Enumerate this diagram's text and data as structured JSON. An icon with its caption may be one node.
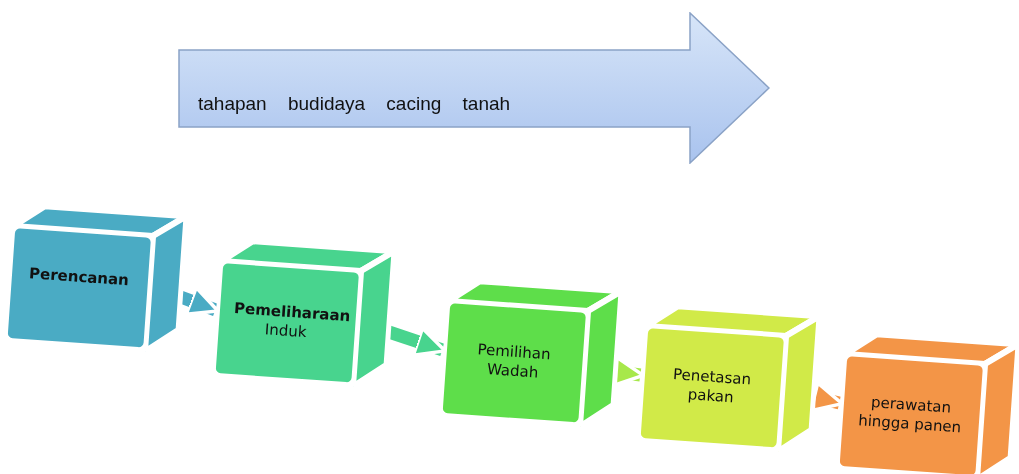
{
  "diagram": {
    "nodes": [
      {
        "text": [
          "tahapan budidaya cacing tanah"
        ]
      },
      {
        "text": [
          "Perencanan"
        ]
      },
      {
        "text": [
          "**Pemeliharaan** Induk"
        ]
      },
      {
        "text": [
          "Pemilihan Wadah"
        ]
      },
      {
        "text": [
          "Penetasan pakan"
        ]
      },
      {
        "text": [
          "perawatan hingga panen"
        ]
      }
    ],
    "edges": [
      {
        "from": 1,
        "to": 2,
        "arrow": "to",
        "color": "#4aabc4"
      },
      {
        "from": 2,
        "to": 3,
        "arrow": "to",
        "color": "#48d48e"
      },
      {
        "from": 3,
        "to": 4,
        "arrow": "to",
        "color": "#a7e84a"
      },
      {
        "from": 4,
        "to": 5,
        "arrow": "to",
        "color": "#f39547"
      }
    ]
  }
}
